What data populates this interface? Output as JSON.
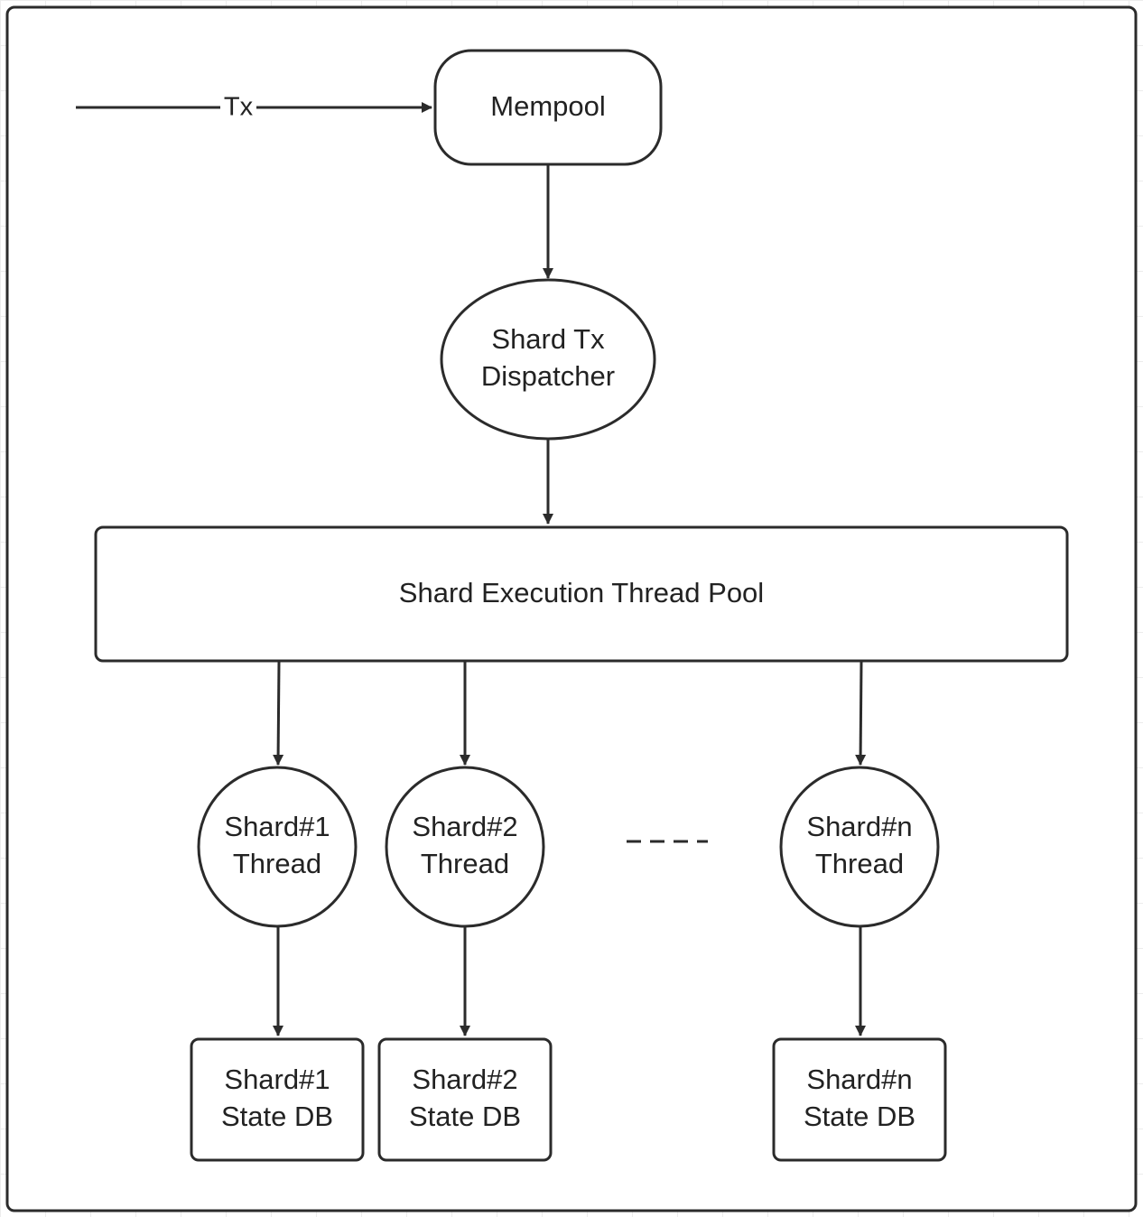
{
  "diagram": {
    "input_edge_label": "Tx",
    "nodes": {
      "mempool": {
        "label": "Mempool"
      },
      "dispatcher": {
        "line1": "Shard Tx",
        "line2": "Dispatcher"
      },
      "thread_pool": {
        "label": "Shard Execution Thread Pool"
      },
      "shard1_thread": {
        "line1": "Shard#1",
        "line2": "Thread"
      },
      "shard2_thread": {
        "line1": "Shard#2",
        "line2": "Thread"
      },
      "shardn_thread": {
        "line1": "Shard#n",
        "line2": "Thread"
      },
      "shard1_db": {
        "line1": "Shard#1",
        "line2": "State DB"
      },
      "shard2_db": {
        "line1": "Shard#2",
        "line2": "State DB"
      },
      "shardn_db": {
        "line1": "Shard#n",
        "line2": "State DB"
      }
    },
    "edges": [
      {
        "from": "external",
        "to": "mempool",
        "label": "Tx"
      },
      {
        "from": "mempool",
        "to": "dispatcher"
      },
      {
        "from": "dispatcher",
        "to": "thread_pool"
      },
      {
        "from": "thread_pool",
        "to": "shard1_thread"
      },
      {
        "from": "thread_pool",
        "to": "shard2_thread"
      },
      {
        "from": "thread_pool",
        "to": "shardn_thread"
      },
      {
        "from": "shard1_thread",
        "to": "shard1_db"
      },
      {
        "from": "shard2_thread",
        "to": "shard2_db"
      },
      {
        "from": "shardn_thread",
        "to": "shardn_db"
      }
    ]
  }
}
